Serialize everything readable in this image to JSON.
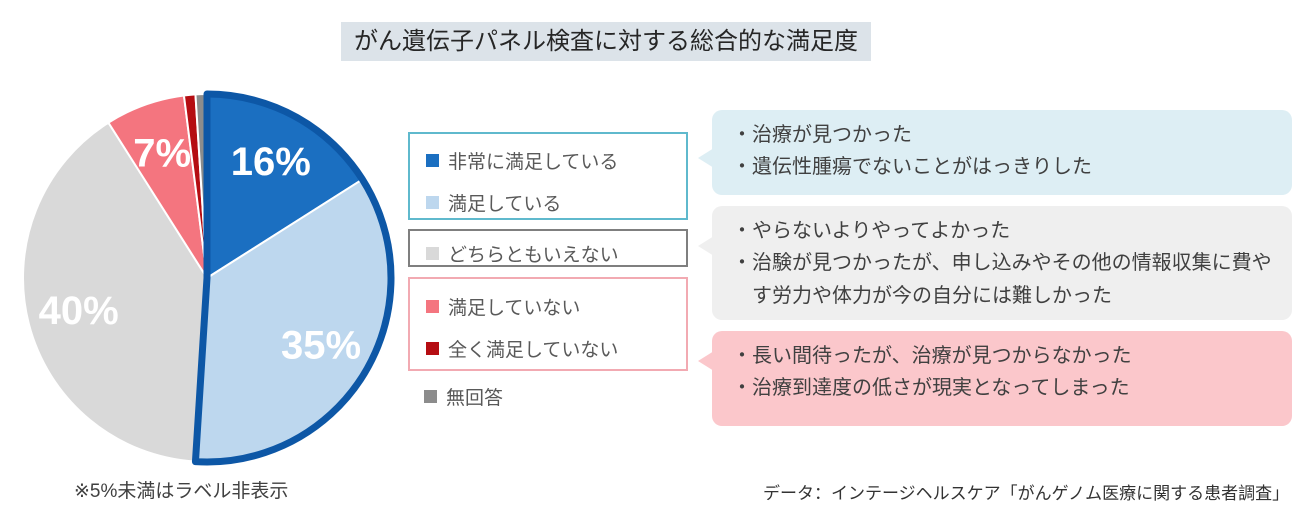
{
  "title": "がん遺伝子パネル検査に対する総合的な満足度",
  "chart_data": {
    "type": "pie",
    "title": "がん遺伝子パネル検査に対する総合的な満足度",
    "labels": [
      "非常に満足している",
      "満足している",
      "どちらともいえない",
      "満足していない",
      "全く満足していない",
      "無回答"
    ],
    "values": [
      16,
      35,
      40,
      7,
      1,
      1
    ],
    "colors": [
      "#1b6fc1",
      "#bdd7ee",
      "#d9d9d9",
      "#f4757f",
      "#b50d12",
      "#8c8c8c"
    ],
    "slice_labels": [
      "16%",
      "35%",
      "40%",
      "7%",
      "",
      ""
    ],
    "start_angle": "top",
    "direction": "clockwise",
    "label_rule": "※5%未満はラベル非表示",
    "highlight_outline": {
      "covers": [
        "非常に満足している",
        "満足している"
      ],
      "fraction": 0.51,
      "color": "#0d57a6"
    }
  },
  "legend": {
    "groups": [
      {
        "name": "satisfied",
        "border_color": "#5fb9cd",
        "items": [
          {
            "label": "非常に満足している",
            "color": "#1b6fc1"
          },
          {
            "label": "満足している",
            "color": "#bdd7ee"
          }
        ]
      },
      {
        "name": "neutral",
        "border_color": "#7f7f7f",
        "items": [
          {
            "label": "どちらともいえない",
            "color": "#d9d9d9"
          }
        ]
      },
      {
        "name": "dissatisfied",
        "border_color": "#f2aab2",
        "items": [
          {
            "label": "満足していない",
            "color": "#f4757f"
          },
          {
            "label": "全く満足していない",
            "color": "#b50d12"
          }
        ]
      }
    ],
    "ungrouped": {
      "label": "無回答",
      "color": "#8c8c8c"
    }
  },
  "callouts": [
    {
      "tone": "positive",
      "bg": "#ddeef4",
      "lines": [
        "・治療が見つかった",
        "・遺伝性腫瘍でないことがはっきりした"
      ]
    },
    {
      "tone": "neutral",
      "bg": "#efefef",
      "lines": [
        "・やらないよりやってよかった",
        "・治験が見つかったが、申し込みやその他の情報収集に費やす労力や体力が今の自分には難しかった"
      ]
    },
    {
      "tone": "negative",
      "bg": "#fbc7cb",
      "lines": [
        "・長い間待ったが、治療が見つからなかった",
        "・治療到達度の低さが現実となってしまった"
      ]
    }
  ],
  "footnote": "※5%未満はラベル非表示",
  "source": "データ：インテージヘルスケア「がんゲノム医療に関する患者調査」"
}
